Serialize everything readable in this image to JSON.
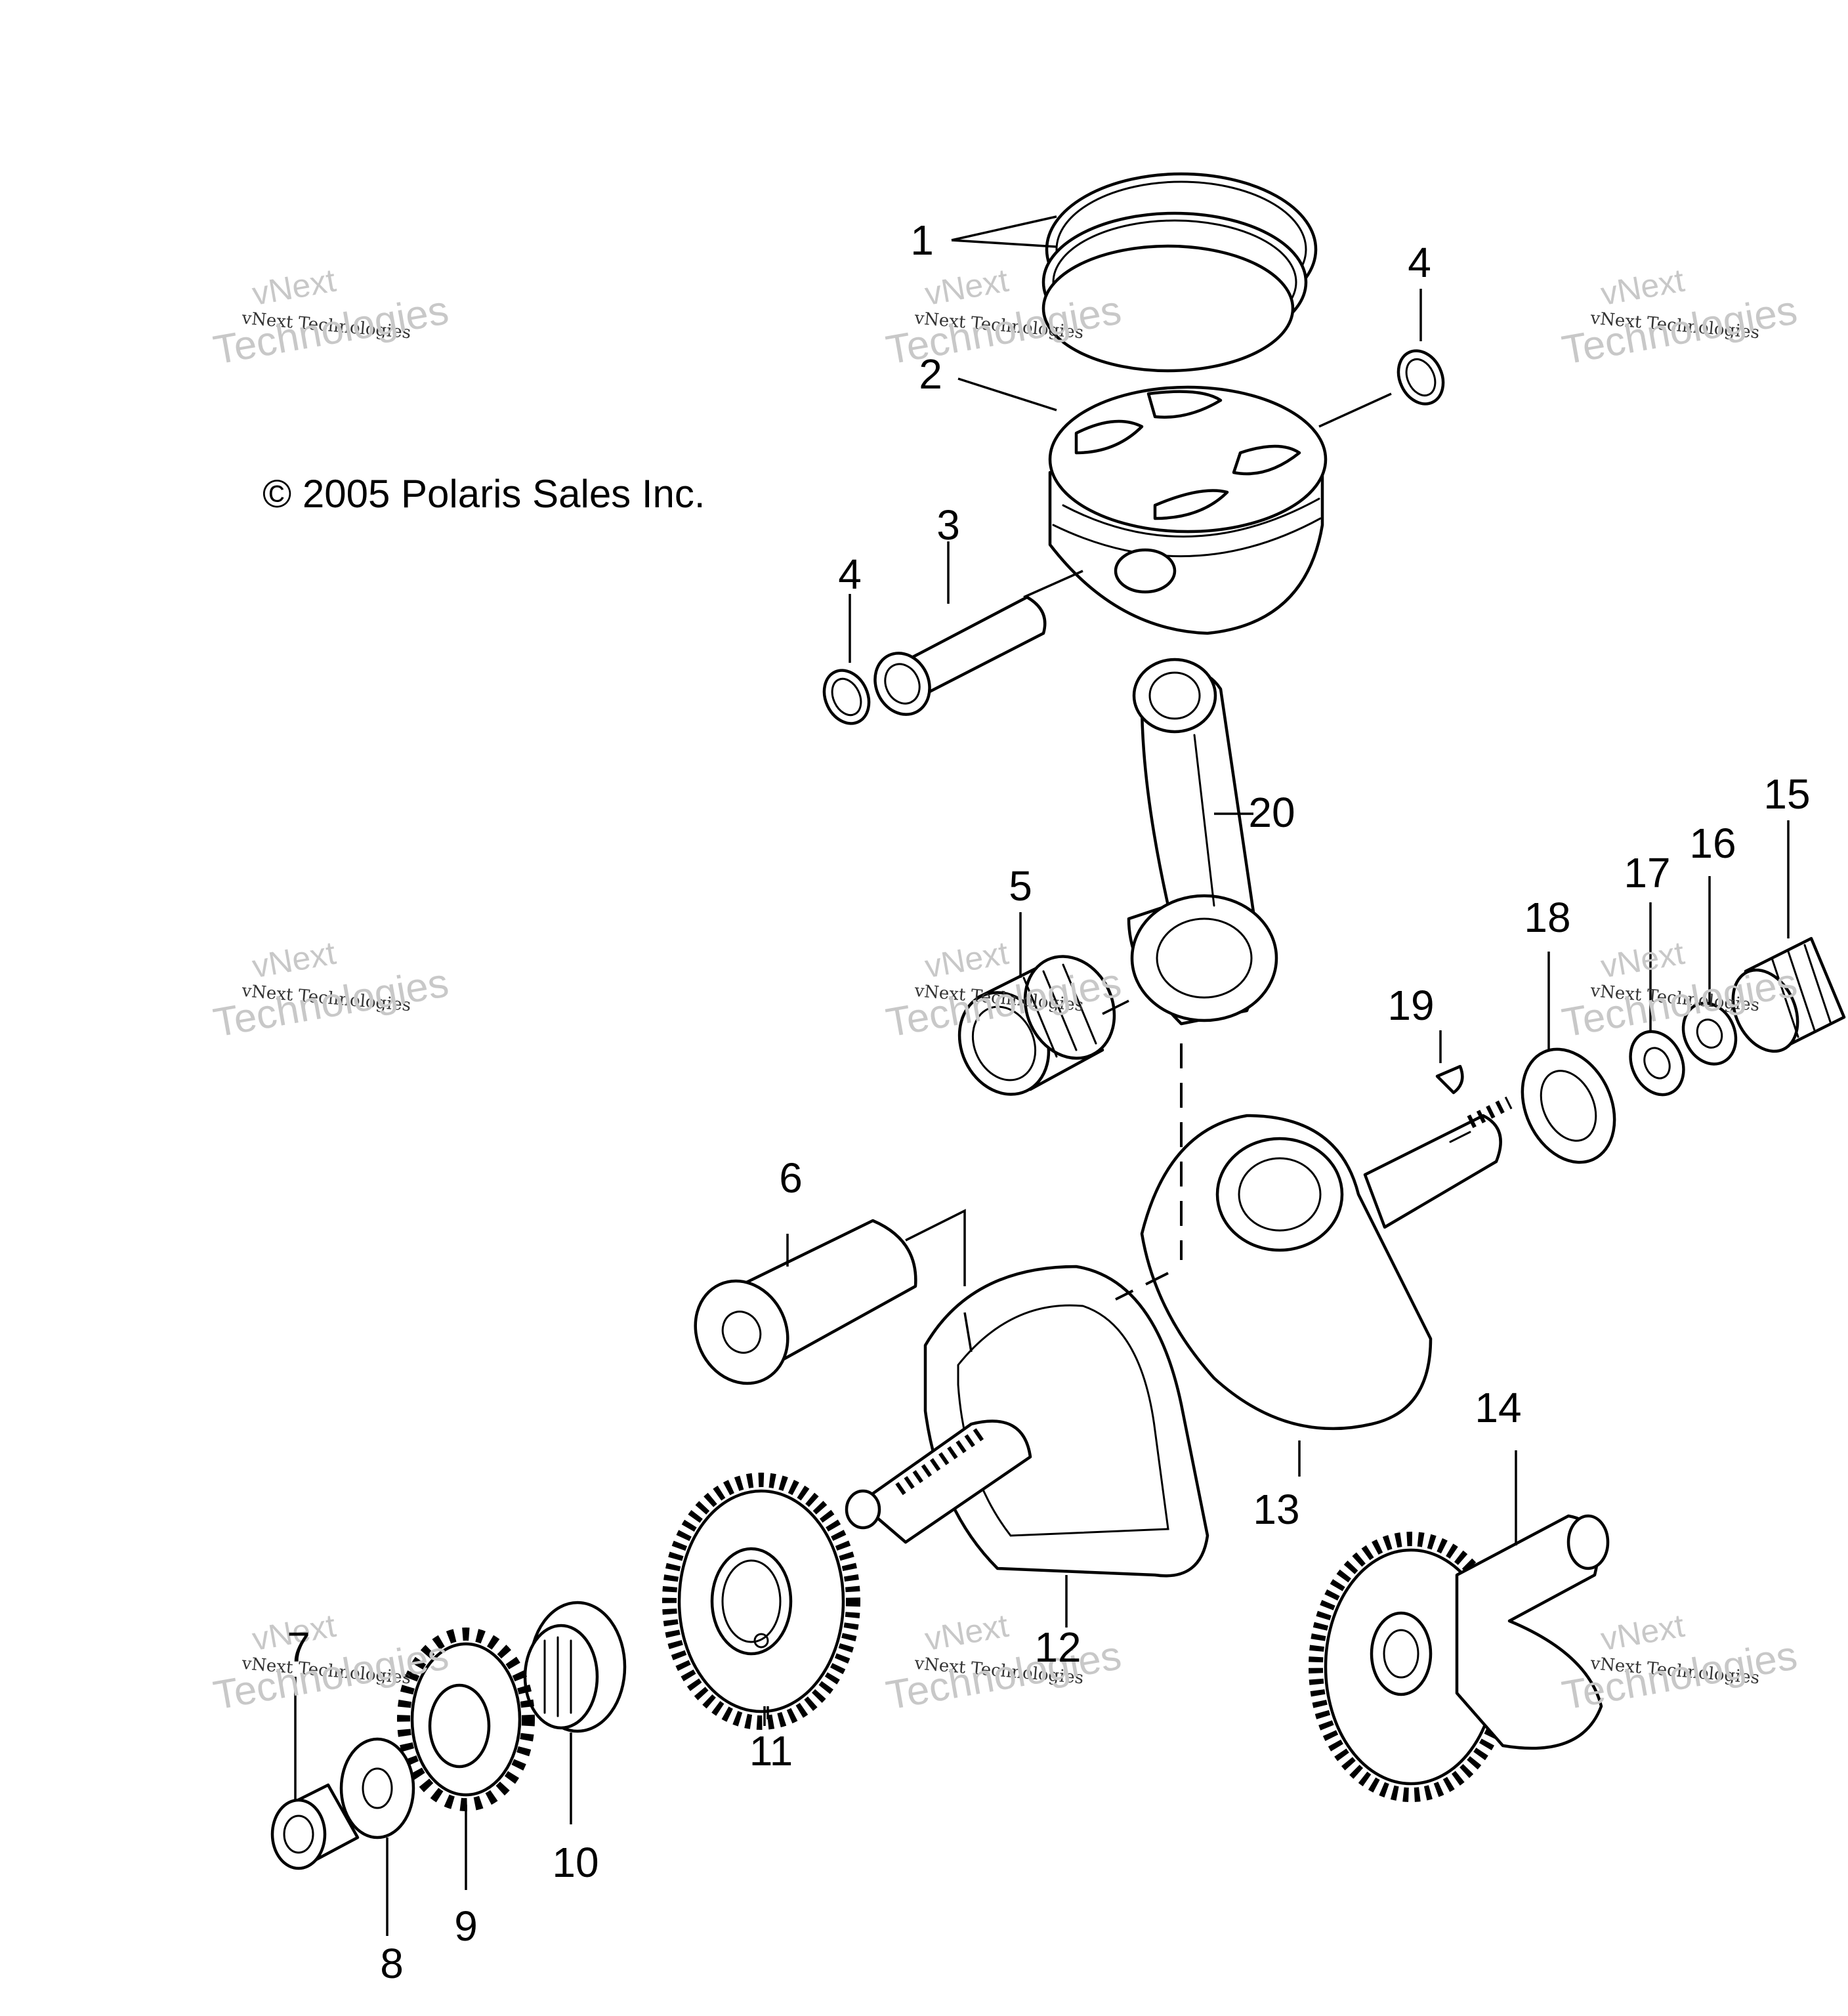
{
  "copyright": "© 2005 Polaris Sales Inc.",
  "watermark": {
    "line_top": "vNext",
    "line_mid": "vNext Technologies",
    "line_bottom": "Technologies"
  },
  "callouts": {
    "c1": "1",
    "c2": "2",
    "c3": "3",
    "c4a": "4",
    "c4b": "4",
    "c5": "5",
    "c6": "6",
    "c7": "7",
    "c8": "8",
    "c9": "9",
    "c10": "10",
    "c11": "11",
    "c12": "12",
    "c13": "13",
    "c14": "14",
    "c15": "15",
    "c16": "16",
    "c17": "17",
    "c18": "18",
    "c19": "19",
    "c20": "20"
  },
  "colors": {
    "line": "#000000",
    "background": "#ffffff",
    "watermark": "#c8c8c8"
  }
}
